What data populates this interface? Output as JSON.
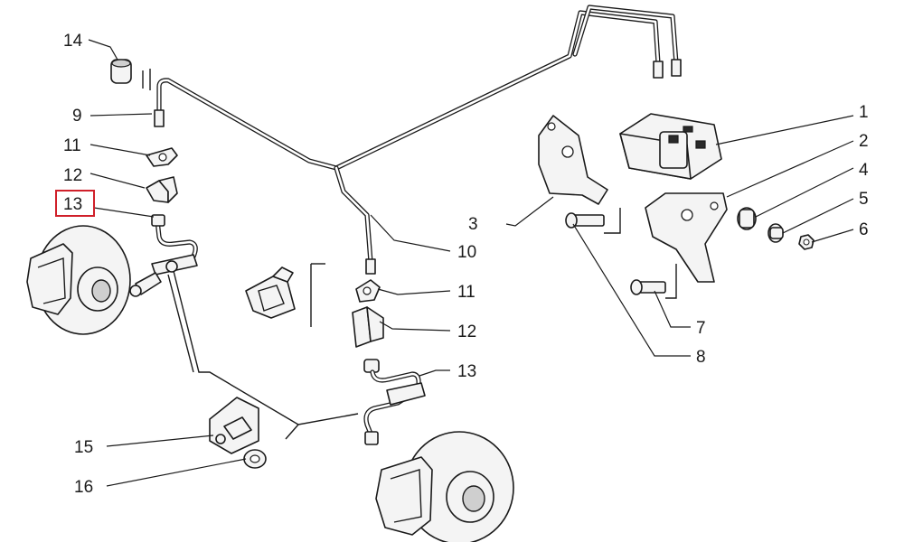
{
  "callouts": [
    "1",
    "2",
    "3",
    "4",
    "5",
    "6",
    "7",
    "8",
    "9",
    "10",
    "11",
    "11",
    "12",
    "12",
    "13",
    "13",
    "14",
    "15",
    "16"
  ],
  "highlighted_callout": "13",
  "colors": {
    "line": "#1a1a1a",
    "highlight": "#d0202a",
    "background": "#ffffff"
  },
  "parts": [
    "abs-hydraulic-unit",
    "abs-bracket",
    "mount-bracket",
    "rubber-bush",
    "spacer-sleeve",
    "nut",
    "bolt-short",
    "bolt-long",
    "rigid-brake-line",
    "pipe-clip",
    "hose-bracket",
    "flexible-brake-hose",
    "rubber-grommet",
    "hose-bracket-clamp",
    "washer",
    "front-brake-disc-left",
    "front-brake-disc-right"
  ]
}
